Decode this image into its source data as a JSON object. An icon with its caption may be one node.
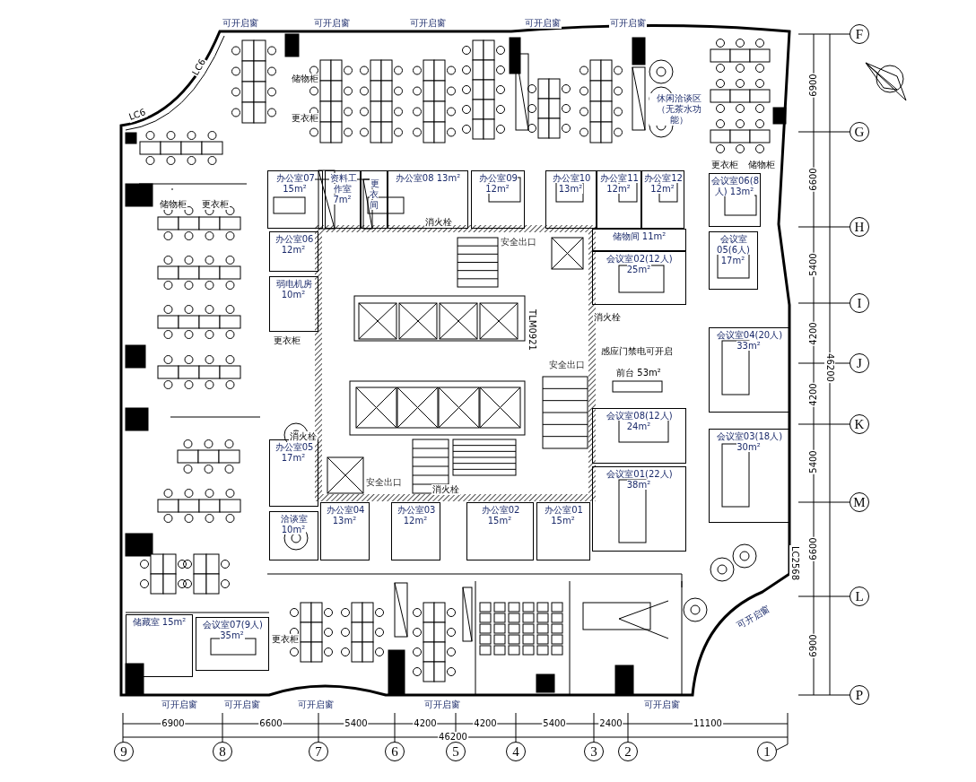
{
  "diagram": {
    "nodes": [
      {
        "text": [
          "办公室07 15m²"
        ]
      },
      {
        "text": [
          "资料工作室 7m²"
        ]
      },
      {
        "text": [
          "更衣间"
        ]
      },
      {
        "text": [
          "办公室08 13m²"
        ]
      },
      {
        "text": [
          "办公室09 12m²"
        ]
      },
      {
        "text": [
          "办公室10 13m²"
        ]
      },
      {
        "text": [
          "办公室11 12m²"
        ]
      },
      {
        "text": [
          "办公室12 12m²"
        ]
      },
      {
        "text": [
          "会议室06(8人) 13m²"
        ]
      },
      {
        "text": [
          "会议室05(6人) 17m²"
        ]
      },
      {
        "text": [
          "储物间 11m²"
        ]
      },
      {
        "text": [
          "会议室02(12人) 25m²"
        ]
      },
      {
        "text": [
          "办公室06 12m²"
        ]
      },
      {
        "text": [
          "弱电机房 10m²"
        ]
      },
      {
        "text": [
          "会议室08(12人) 24m²"
        ]
      },
      {
        "text": [
          "会议室04(20人) 33m²"
        ]
      },
      {
        "text": [
          "会议室03(18人) 30m²"
        ]
      },
      {
        "text": [
          "会议室01(22人) 38m²"
        ]
      },
      {
        "text": [
          "办公室05 17m²"
        ]
      },
      {
        "text": [
          "洽谈室 10m²"
        ]
      },
      {
        "text": [
          "办公室04 13m²"
        ]
      },
      {
        "text": [
          "办公室03 12m²"
        ]
      },
      {
        "text": [
          "办公室02 15m²"
        ]
      },
      {
        "text": [
          "办公室01 15m²"
        ]
      },
      {
        "text": [
          "储藏室 15m²"
        ]
      },
      {
        "text": [
          "会议室07(9人) 35m²"
        ]
      }
    ],
    "labels": [
      "可开启窗",
      "可开启窗",
      "可开启窗",
      "可开启窗",
      "可开启窗",
      "F",
      "LC6",
      "储物柜",
      "6900",
      "LC6",
      "更衣柜",
      "休闲洽谈区（无茶水功能）",
      "G",
      "更衣柜",
      "储物柜",
      "6600",
      "储物柜",
      "更衣柜",
      "消火栓",
      "H",
      "安全出口",
      "5400",
      "I",
      "更衣柜",
      "TLM0921",
      "消火栓",
      "4200",
      "感应门禁电可开启",
      "安全出口",
      "前台 53m²",
      "46200",
      "J",
      "4200",
      "K",
      "消火栓",
      "5400",
      "安全出口",
      "消火栓",
      "M",
      "LC2568",
      "6600",
      "L",
      "可开启窗",
      "更衣柜",
      "6900",
      "可开启窗",
      "可开启窗",
      "可开启窗",
      "可开启窗",
      "可开启窗",
      "P",
      "6900",
      "6600",
      "5400",
      "4200",
      "4200",
      "5400",
      "2400",
      "11100",
      "46200",
      "9",
      "8",
      "7",
      "6",
      "5",
      "4",
      "3",
      "2",
      "1"
    ]
  }
}
